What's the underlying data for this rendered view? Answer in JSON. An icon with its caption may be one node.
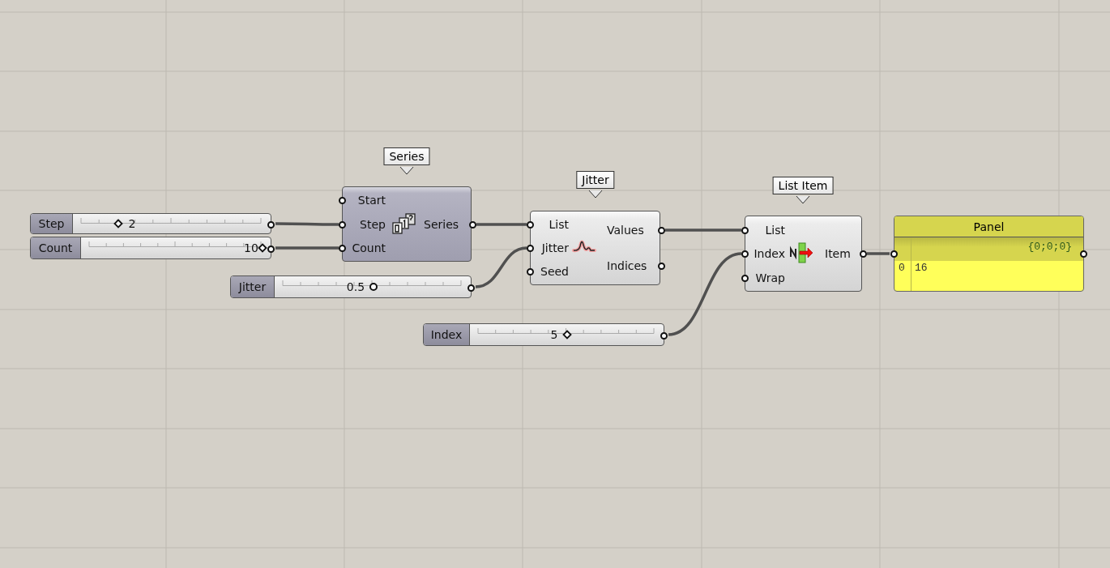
{
  "diagram": {
    "nodes": [
      {
        "text": [
          "Step",
          "2"
        ]
      },
      {
        "text": [
          "Count",
          "10"
        ]
      },
      {
        "text": [
          "Jitter",
          "0.5"
        ]
      },
      {
        "text": [
          "Index",
          "5"
        ]
      },
      {
        "text": [
          "Series"
        ]
      },
      {
        "text": [
          "Start"
        ],
        "in": 4
      },
      {
        "text": [
          "Step"
        ],
        "in": 4
      },
      {
        "text": [
          "Count"
        ],
        "in": 4
      },
      {
        "text": [
          "Series"
        ],
        "in": 4
      },
      {
        "text": [
          "Jitter"
        ]
      },
      {
        "text": [
          "List"
        ],
        "in": 9
      },
      {
        "text": [
          "Jitter"
        ],
        "in": 9
      },
      {
        "text": [
          "Seed"
        ],
        "in": 9
      },
      {
        "text": [
          "Values"
        ],
        "in": 9
      },
      {
        "text": [
          "Indices"
        ],
        "in": 9
      },
      {
        "text": [
          "List Item"
        ]
      },
      {
        "text": [
          "List"
        ],
        "in": 15
      },
      {
        "text": [
          "Index"
        ],
        "in": 15
      },
      {
        "text": [
          "Wrap"
        ],
        "in": 15
      },
      {
        "text": [
          "Item"
        ],
        "in": 15
      },
      {
        "text": [
          "Panel",
          "{0;0;0}",
          "0",
          "16"
        ]
      }
    ],
    "edges": [
      {
        "from": 0,
        "to": 6,
        "arrow": "none"
      },
      {
        "from": 1,
        "to": 7,
        "arrow": "none"
      },
      {
        "from": 8,
        "to": 10,
        "arrow": "none"
      },
      {
        "from": 2,
        "to": 11,
        "arrow": "none"
      },
      {
        "from": 13,
        "to": 16,
        "arrow": "none"
      },
      {
        "from": 3,
        "to": 17,
        "arrow": "none"
      },
      {
        "from": 19,
        "to": 20,
        "arrow": "none"
      }
    ]
  }
}
